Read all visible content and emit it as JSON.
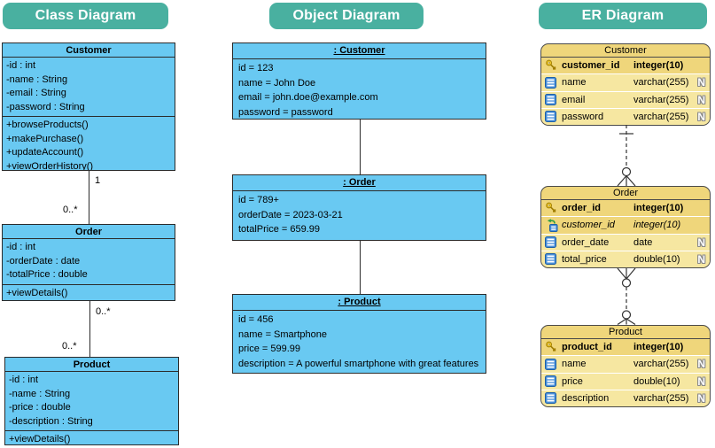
{
  "class_panel": {
    "header": "Class Diagram",
    "classes": [
      {
        "name": "Customer",
        "attributes": [
          "-id : int",
          "-name : String",
          "-email : String",
          "-password : String"
        ],
        "operations": [
          "+browseProducts()",
          "+makePurchase()",
          "+updateAccount()",
          "+viewOrderHistory()"
        ]
      },
      {
        "name": "Order",
        "attributes": [
          "-id : int",
          "-orderDate : date",
          "-totalPrice : double"
        ],
        "operations": [
          "+viewDetails()"
        ]
      },
      {
        "name": "Product",
        "attributes": [
          "-id : int",
          "-name : String",
          "-price : double",
          "-description : String"
        ],
        "operations": [
          "+viewDetails()"
        ]
      }
    ],
    "connector_customer_order": {
      "top_label": "1",
      "bottom_label": "0..*"
    },
    "connector_order_product": {
      "top_label": "0..*",
      "bottom_label": "0..*"
    }
  },
  "object_panel": {
    "header": "Object Diagram",
    "objects": [
      {
        "name": ": Customer",
        "slots": [
          "id = 123",
          "name = John Doe",
          "email = john.doe@example.com",
          "password = password"
        ]
      },
      {
        "name": ": Order",
        "slots": [
          "id = 789+",
          "orderDate = 2023-03-21",
          "totalPrice = 659.99"
        ]
      },
      {
        "name": ": Product",
        "slots": [
          "id = 456",
          "name = Smartphone",
          "price = 599.99",
          "description = A powerful smartphone with great features"
        ]
      }
    ]
  },
  "er_panel": {
    "header": "ER Diagram",
    "nullable_label": "N",
    "entities": [
      {
        "name": "Customer",
        "columns": [
          {
            "icon": "primary-key",
            "name": "customer_id",
            "type": "integer(10)",
            "pk": true,
            "nullable": false
          },
          {
            "icon": "column",
            "name": "name",
            "type": "varchar(255)",
            "pk": false,
            "nullable": true
          },
          {
            "icon": "column",
            "name": "email",
            "type": "varchar(255)",
            "pk": false,
            "nullable": true
          },
          {
            "icon": "column",
            "name": "password",
            "type": "varchar(255)",
            "pk": false,
            "nullable": true
          }
        ]
      },
      {
        "name": "Order",
        "columns": [
          {
            "icon": "primary-key",
            "name": "order_id",
            "type": "integer(10)",
            "pk": true,
            "nullable": false
          },
          {
            "icon": "foreign-key",
            "name": "customer_id",
            "type": "integer(10)",
            "fk": true,
            "nullable": false
          },
          {
            "icon": "column",
            "name": "order_date",
            "type": "date",
            "pk": false,
            "nullable": true
          },
          {
            "icon": "column",
            "name": "total_price",
            "type": "double(10)",
            "pk": false,
            "nullable": true
          }
        ]
      },
      {
        "name": "Product",
        "columns": [
          {
            "icon": "primary-key",
            "name": "product_id",
            "type": "integer(10)",
            "pk": true,
            "nullable": false
          },
          {
            "icon": "column",
            "name": "name",
            "type": "varchar(255)",
            "pk": false,
            "nullable": true
          },
          {
            "icon": "column",
            "name": "price",
            "type": "double(10)",
            "pk": false,
            "nullable": true
          },
          {
            "icon": "column",
            "name": "description",
            "type": "varchar(255)",
            "pk": false,
            "nullable": true
          }
        ]
      }
    ]
  },
  "colors": {
    "header_teal": "#49b0a0",
    "uml_blue": "#69c9f2",
    "er_gold": "#efd67b",
    "er_gold_light": "#f6e7a1"
  }
}
